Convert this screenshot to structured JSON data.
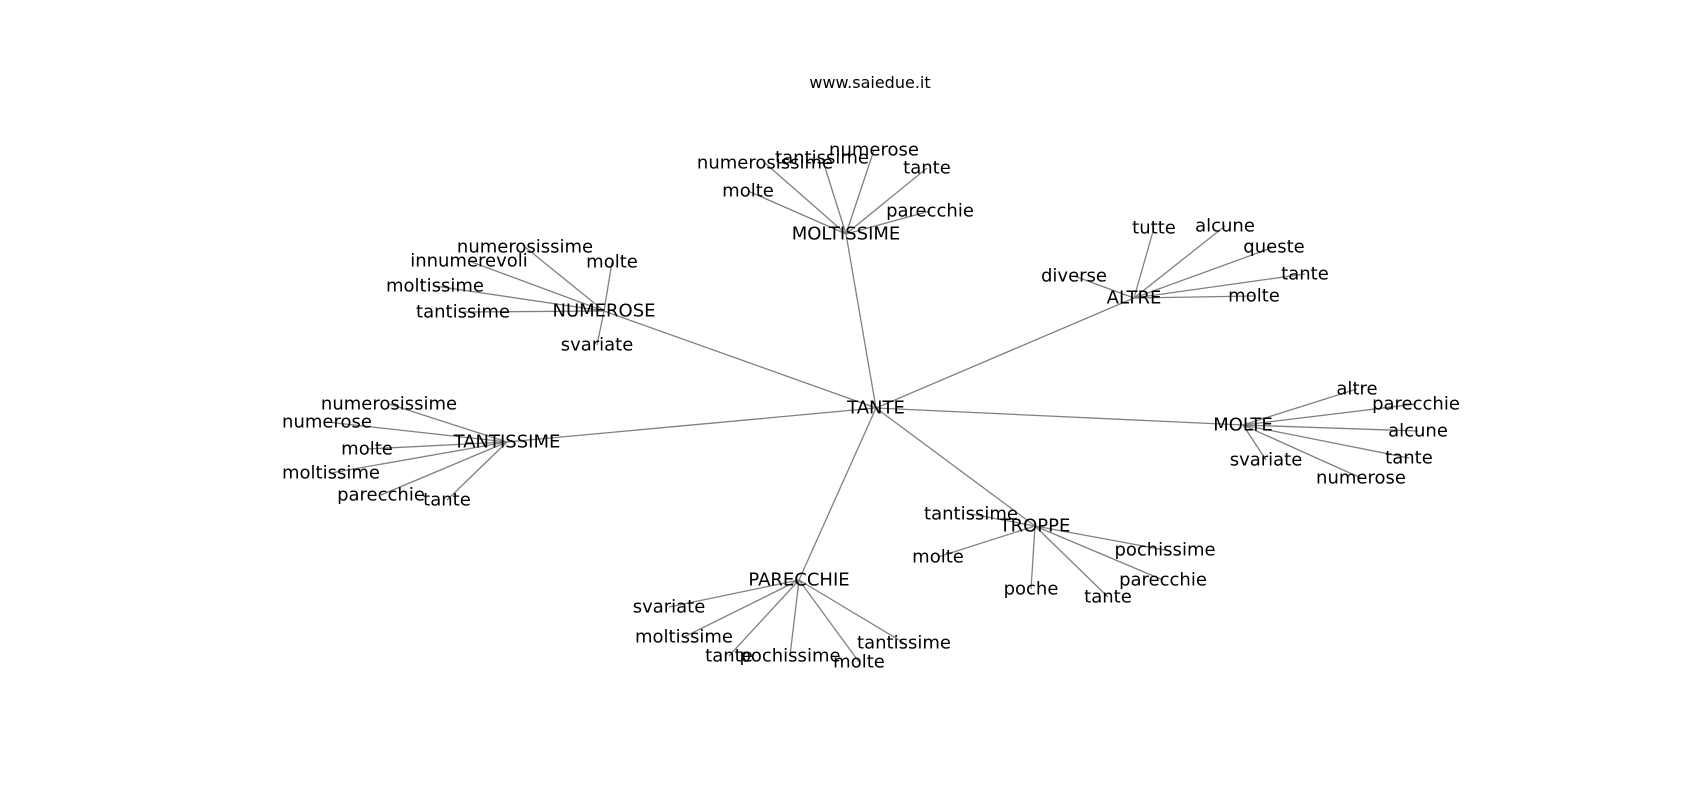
{
  "header": {
    "watermark": "www.saiedue.it"
  },
  "graph": {
    "root": "TANTE",
    "groups": [
      {
        "label": "MOLTISSIME",
        "leaves": [
          "numerosissime",
          "tantissime",
          "numerose",
          "tante",
          "molte",
          "parecchie"
        ]
      },
      {
        "label": "ALTRE",
        "leaves": [
          "tutte",
          "alcune",
          "queste",
          "tante",
          "diverse",
          "molte"
        ]
      },
      {
        "label": "NUMEROSE",
        "leaves": [
          "numerosissime",
          "innumerevoli",
          "molte",
          "moltissime",
          "tantissime",
          "svariate"
        ]
      },
      {
        "label": "TANTISSIME",
        "leaves": [
          "numerosissime",
          "numerose",
          "molte",
          "moltissime",
          "parecchie",
          "tante"
        ]
      },
      {
        "label": "MOLTE",
        "leaves": [
          "altre",
          "parecchie",
          "alcune",
          "tante",
          "svariate",
          "numerose"
        ]
      },
      {
        "label": "TROPPE",
        "leaves": [
          "tantissime",
          "pochissime",
          "molte",
          "parecchie",
          "poche",
          "tante"
        ]
      },
      {
        "label": "PARECCHIE",
        "leaves": [
          "svariate",
          "moltissime",
          "tante",
          "pochissime",
          "molte",
          "tantissime"
        ]
      }
    ]
  }
}
